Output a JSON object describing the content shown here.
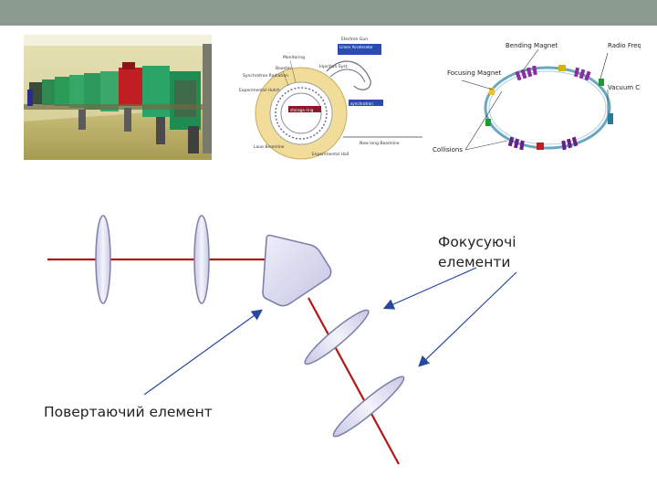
{
  "colors": {
    "header_bar": "#8a9a8e",
    "beam_line": "#b01818",
    "optic_fill": "#dcdcf0",
    "optic_stroke": "#7d80a8",
    "pointer_arrow": "#2848a0",
    "dipole_magnet": "#8a2da0",
    "focusing_magnet": "#6a1f86",
    "rf_cavity": "#d3b400"
  },
  "ring_diagram": {
    "labels": {
      "electron_gun": "Electron Gun",
      "linear_accelerator": "Linear Accelerator",
      "monitoring": "Monitoring",
      "booster": "Booster",
      "synchrotron_radiation": "Synchrotron Radiation",
      "injection_system": "Injection Syst.",
      "experimental_hutch": "Experimental Hutch",
      "storage_ring": "storage ring",
      "synchrotron": "synchrotron",
      "laue_beamline": "Laue Beamline",
      "experimental_hall": "Experimental Hall",
      "new_long_beamline": "New long Beamline"
    }
  },
  "collider_diagram": {
    "labels": {
      "bending_magnet": "Bending Magnet",
      "radio_frequency_cavity": "Radio Frequency Cavity",
      "focusing_magnet": "Focusing Magnet",
      "vacuum_chamber": "Vacuum Chamber",
      "collisions": "Collisions"
    }
  },
  "annotations": {
    "focusing_elements_line1": "Фокусуючі",
    "focusing_elements_line2": "елементи",
    "turning_element": "Повертаючий елемент"
  }
}
